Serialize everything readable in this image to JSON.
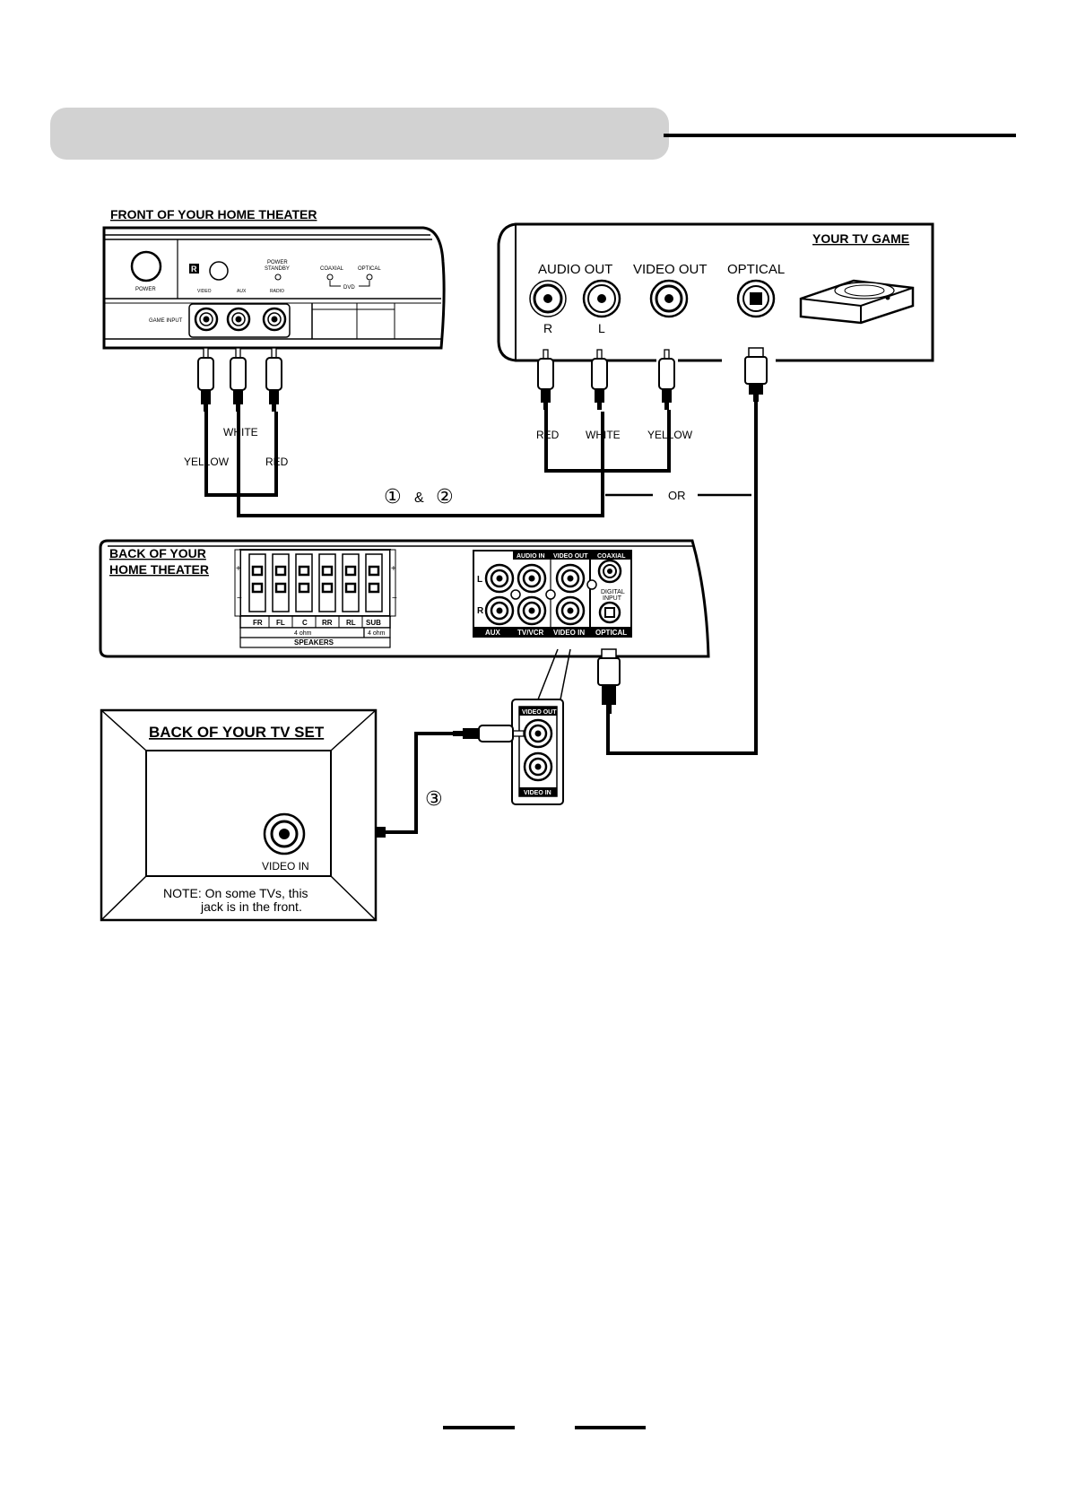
{
  "section_header": {
    "fill": "#d2d2d2"
  },
  "front_panel": {
    "heading": "FRONT OF YOUR HOME THEATER",
    "power_label": "POWER",
    "remote_sensor": "R",
    "power_standby_line1": "POWER",
    "power_standby_line2": "STANDBY",
    "coaxial": "COAXIAL",
    "optical": "OPTICAL",
    "dvd": "DVD",
    "mode1": "VIDEO",
    "mode2": "AUX",
    "mode3": "RADIO",
    "game_input": "GAME INPUT"
  },
  "tv_game": {
    "heading": "YOUR TV GAME",
    "audio_out": "AUDIO OUT",
    "video_out": "VIDEO OUT",
    "optical": "OPTICAL",
    "r": "R",
    "l": "L"
  },
  "cable_labels": {
    "left_white": "WHITE",
    "left_yellow": "YELLOW",
    "left_red": "RED",
    "right_red": "RED",
    "right_white": "WHITE",
    "right_yellow": "YELLOW",
    "step_one": "①",
    "amp": "&",
    "step_two": "②",
    "or": "OR",
    "step_three": "③"
  },
  "back_panel": {
    "heading_line1": "BACK OF YOUR",
    "heading_line2": "HOME THEATER",
    "plus": "+",
    "minus": "−",
    "speaker_labels": [
      "FR",
      "FL",
      "C",
      "RR",
      "RL",
      "SUB"
    ],
    "ohm_main": "4 ohm",
    "ohm_sub": "4 ohm",
    "speakers": "SPEAKERS",
    "audio_in": "AUDIO IN",
    "video_out": "VIDEO OUT",
    "coaxial": "COAXIAL",
    "digital_input_line1": "DIGITAL",
    "digital_input_line2": "INPUT",
    "l": "L",
    "r": "R",
    "aux": "AUX",
    "tv_vcr": "TV/VCR",
    "video_in": "VIDEO IN",
    "optical": "OPTICAL"
  },
  "zoom_box": {
    "video_out": "VIDEO OUT",
    "video_in": "VIDEO IN"
  },
  "tv_set": {
    "heading": "BACK OF YOUR TV SET",
    "video_in": "VIDEO IN",
    "note_line1": "NOTE: On some TVs, this",
    "note_line2": "jack is in the front."
  }
}
